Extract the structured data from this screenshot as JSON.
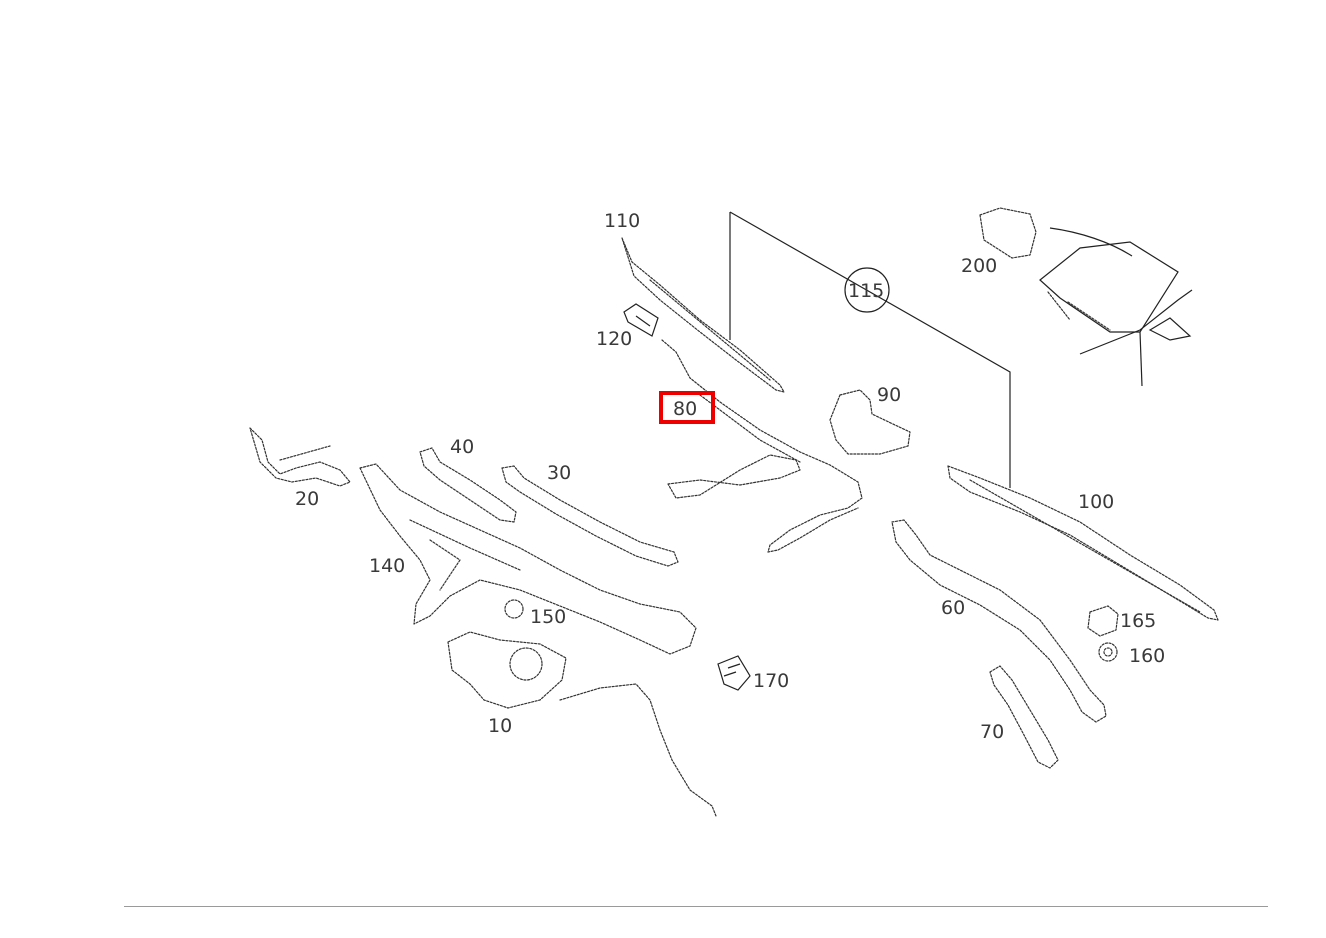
{
  "diagram": {
    "callouts": {
      "c10": "10",
      "c20": "20",
      "c30": "30",
      "c40": "40",
      "c60": "60",
      "c70": "70",
      "c80": "80",
      "c90": "90",
      "c100": "100",
      "c110": "110",
      "c115": "115",
      "c120": "120",
      "c140": "140",
      "c150": "150",
      "c160": "160",
      "c165": "165",
      "c170": "170",
      "c200": "200"
    },
    "selected_callout": "80",
    "highlight_color": "#ee0000"
  }
}
